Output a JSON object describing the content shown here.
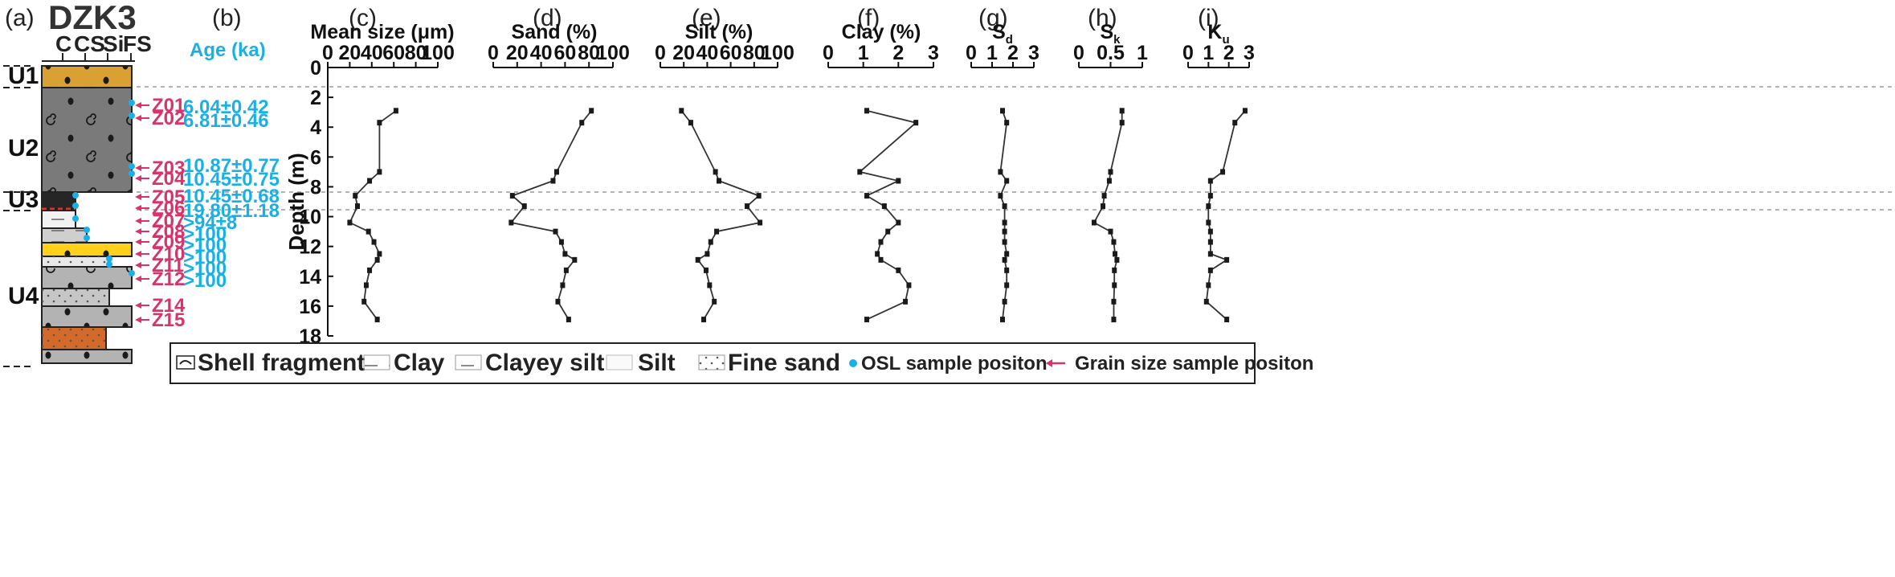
{
  "figure": {
    "core_name": "DZK3",
    "panel_letters": [
      "(a)",
      "(b)",
      "(c)",
      "(d)",
      "(e)",
      "(f)",
      "(g)",
      "(h)",
      "(i)"
    ],
    "column_headers": [
      "C",
      "CS",
      "Si",
      "FS"
    ],
    "units": [
      "U1",
      "U2",
      "U3",
      "U4"
    ],
    "age_title": "Age (ka)",
    "ages": [
      "6.04±0.42",
      "6.81±0.46",
      "10.87±0.77",
      "10.45±0.75",
      "10.45±0.68",
      "19.80±1.18",
      ">94±8",
      ">100",
      ">100",
      ">100",
      ">100",
      ">100"
    ],
    "sample_labels": [
      "Z01",
      "Z02",
      "Z03",
      "Z04",
      "Z05",
      "Z06",
      "Z07",
      "Z08",
      "Z09",
      "Z10",
      "Z11",
      "Z12",
      "Z14",
      "Z15"
    ],
    "colors": {
      "osl": "#1ab0e6",
      "sample": "#d8336b",
      "u1_fill": "#d9a033",
      "u2_fill": "#7a7a7a",
      "u3_fill": "#262626",
      "yellow_fill": "#ffd11a",
      "orange_fill": "#d46a2a",
      "grey_fill": "#b3b3b3",
      "line": "#333333"
    },
    "legend": {
      "items": [
        "Shell fragment",
        "Clay",
        "Clayey silt",
        "Silt",
        "Fine sand",
        "OSL sample positon",
        "Grain size sample positon"
      ]
    }
  },
  "chart_data": [
    {
      "type": "line",
      "panel": "(c)",
      "title": "Mean size (μm)",
      "xlim": [
        0,
        100
      ],
      "xticks": [
        "0",
        "20",
        "40",
        "60",
        "80",
        "100"
      ],
      "ylabel": "Depth (m)",
      "ylim": [
        0,
        18
      ],
      "yticks": [
        "0",
        "2",
        "4",
        "6",
        "8",
        "10",
        "12",
        "14",
        "16",
        "18"
      ],
      "depth": [
        2.9,
        3.7,
        7.0,
        7.6,
        8.6,
        9.3,
        10.4,
        11.0,
        11.7,
        12.5,
        12.9,
        13.6,
        14.6,
        15.7,
        16.9
      ],
      "values": [
        62,
        47,
        47,
        38,
        25,
        27,
        20,
        37,
        42,
        47,
        45,
        38,
        35,
        33,
        45
      ]
    },
    {
      "type": "line",
      "panel": "(d)",
      "title": "Sand (%)",
      "xlim": [
        0,
        100
      ],
      "xticks": [
        "0",
        "20",
        "40",
        "60",
        "80",
        "100"
      ],
      "ylim": [
        0,
        18
      ],
      "depth": [
        2.9,
        3.7,
        7.0,
        7.6,
        8.6,
        9.3,
        10.4,
        11.0,
        11.7,
        12.5,
        12.9,
        13.6,
        14.6,
        15.7,
        16.9
      ],
      "values": [
        82,
        74,
        53,
        50,
        16,
        26,
        15,
        52,
        57,
        60,
        68,
        61,
        58,
        54,
        63
      ]
    },
    {
      "type": "line",
      "panel": "(e)",
      "title": "Silt (%)",
      "xlim": [
        0,
        100
      ],
      "xticks": [
        "0",
        "20",
        "40",
        "60",
        "80",
        "100"
      ],
      "ylim": [
        0,
        18
      ],
      "depth": [
        2.9,
        3.7,
        7.0,
        7.6,
        8.6,
        9.3,
        10.4,
        11.0,
        11.7,
        12.5,
        12.9,
        13.6,
        14.6,
        15.7,
        16.9
      ],
      "values": [
        18,
        26,
        47,
        50,
        84,
        74,
        85,
        48,
        43,
        40,
        32,
        39,
        42,
        46,
        37
      ]
    },
    {
      "type": "line",
      "panel": "(f)",
      "title": "Clay (%)",
      "xlim": [
        0,
        3
      ],
      "xticks": [
        "0",
        "1",
        "2",
        "3"
      ],
      "ylim": [
        0,
        18
      ],
      "depth": [
        2.9,
        3.7,
        7.0,
        7.6,
        8.6,
        9.3,
        10.4,
        11.0,
        11.7,
        12.5,
        12.9,
        13.6,
        14.6,
        15.7,
        16.9
      ],
      "values": [
        1.1,
        2.5,
        0.9,
        2.0,
        1.1,
        1.6,
        2.0,
        1.7,
        1.5,
        1.4,
        1.5,
        2.0,
        2.3,
        2.2,
        1.1
      ]
    },
    {
      "type": "line",
      "panel": "(g)",
      "title": "Sd",
      "xlim": [
        0,
        3
      ],
      "xticks": [
        "0",
        "1",
        "2",
        "3"
      ],
      "ylim": [
        0,
        18
      ],
      "depth": [
        2.9,
        3.7,
        7.0,
        7.6,
        8.6,
        9.3,
        10.4,
        11.0,
        11.7,
        12.5,
        12.9,
        13.6,
        14.6,
        15.7,
        16.9
      ],
      "values": [
        1.5,
        1.7,
        1.4,
        1.7,
        1.4,
        1.6,
        1.6,
        1.6,
        1.6,
        1.7,
        1.6,
        1.7,
        1.7,
        1.6,
        1.5
      ]
    },
    {
      "type": "line",
      "panel": "(h)",
      "title": "Sk",
      "xlim": [
        0,
        1
      ],
      "xticks": [
        "0",
        "0.5",
        "1"
      ],
      "ylim": [
        0,
        18
      ],
      "depth": [
        2.9,
        3.7,
        7.0,
        7.6,
        8.6,
        9.3,
        10.4,
        11.0,
        11.7,
        12.5,
        12.9,
        13.6,
        14.6,
        15.7,
        16.9
      ],
      "values": [
        0.68,
        0.68,
        0.5,
        0.48,
        0.4,
        0.38,
        0.24,
        0.5,
        0.55,
        0.57,
        0.6,
        0.56,
        0.56,
        0.55,
        0.55
      ]
    },
    {
      "type": "line",
      "panel": "(i)",
      "title": "Ku",
      "xlim": [
        0,
        3
      ],
      "xticks": [
        "0",
        "1",
        "2",
        "3"
      ],
      "ylim": [
        0,
        18
      ],
      "depth": [
        2.9,
        3.7,
        7.0,
        7.6,
        8.6,
        9.3,
        10.4,
        11.0,
        11.7,
        12.5,
        12.9,
        13.6,
        14.6,
        15.7,
        16.9
      ],
      "values": [
        2.8,
        2.3,
        1.7,
        1.1,
        1.1,
        1.0,
        1.0,
        1.1,
        1.1,
        1.1,
        1.9,
        1.1,
        1.0,
        0.9,
        1.9
      ]
    }
  ]
}
